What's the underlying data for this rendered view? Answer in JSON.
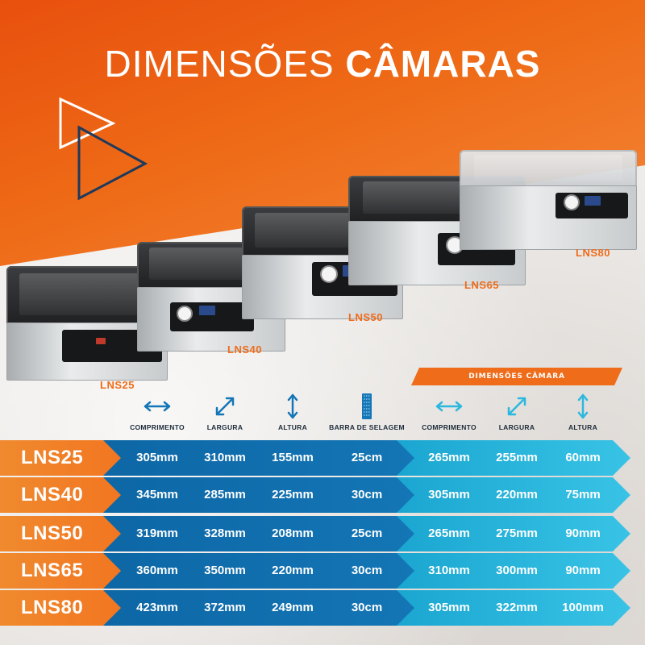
{
  "title": {
    "light": "DIMENSÕES",
    "bold": "CÂMARAS"
  },
  "camera_header": "DIMENSÕES CÂMARA",
  "columns": [
    {
      "label": "COMPRIMENTO",
      "icon": "horizontal-arrow-icon",
      "color": "#1476b6"
    },
    {
      "label": "LARGURA",
      "icon": "diagonal-arrow-icon",
      "color": "#1476b6"
    },
    {
      "label": "ALTURA",
      "icon": "vertical-arrow-icon",
      "color": "#1476b6"
    },
    {
      "label": "BARRA DE SELAGEM",
      "icon": "sealing-bar-icon",
      "color": "#1476b6"
    },
    {
      "label": "COMPRIMENTO",
      "icon": "horizontal-arrow-icon",
      "color": "#2bb8de"
    },
    {
      "label": "LARGURA",
      "icon": "diagonal-arrow-icon",
      "color": "#2bb8de"
    },
    {
      "label": "ALTURA",
      "icon": "vertical-arrow-icon",
      "color": "#2bb8de"
    }
  ],
  "machines": [
    {
      "model": "LNS25"
    },
    {
      "model": "LNS40"
    },
    {
      "model": "LNS50"
    },
    {
      "model": "LNS65"
    },
    {
      "model": "LNS80"
    }
  ],
  "rows": [
    {
      "model": "LNS25",
      "values": [
        "305mm",
        "310mm",
        "155mm",
        "25cm",
        "265mm",
        "255mm",
        "60mm"
      ]
    },
    {
      "model": "LNS40",
      "values": [
        "345mm",
        "285mm",
        "225mm",
        "30cm",
        "305mm",
        "220mm",
        "75mm"
      ]
    },
    {
      "model": "LNS50",
      "values": [
        "319mm",
        "328mm",
        "208mm",
        "25cm",
        "265mm",
        "275mm",
        "90mm"
      ]
    },
    {
      "model": "LNS65",
      "values": [
        "360mm",
        "350mm",
        "220mm",
        "30cm",
        "310mm",
        "300mm",
        "90mm"
      ]
    },
    {
      "model": "LNS80",
      "values": [
        "423mm",
        "372mm",
        "249mm",
        "30cm",
        "305mm",
        "322mm",
        "100mm"
      ]
    }
  ],
  "colors": {
    "orange": "#ef6c1a",
    "dark_blue": "#0b62a0",
    "light_blue": "#2bb8de"
  }
}
